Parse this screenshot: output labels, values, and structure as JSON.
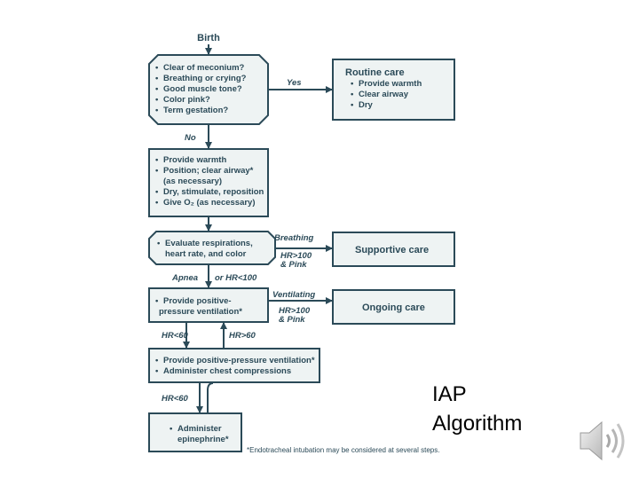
{
  "colors": {
    "line": "#2b4a58",
    "box_fill": "#eef3f3",
    "title": "#000000"
  },
  "diagram": {
    "start_label": "Birth",
    "assessment": {
      "items": [
        "Clear of meconium?",
        "Breathing or crying?",
        "Good muscle tone?",
        "Color pink?",
        "Term gestation?"
      ]
    },
    "yes_label": "Yes",
    "no_label": "No",
    "routine_care": {
      "title": "Routine care",
      "items": [
        "Provide warmth",
        "Clear airway",
        "Dry"
      ]
    },
    "initial_steps": {
      "items": [
        "Provide warmth",
        "Position; clear airway*",
        "(as necessary)",
        "Dry, stimulate, reposition",
        "Give O₂ (as necessary)"
      ]
    },
    "evaluate": {
      "items": [
        "Evaluate respirations,",
        "heart rate, and color"
      ]
    },
    "breathing_label": "Breathing",
    "breathing_criteria": [
      "HR>100",
      "& Pink"
    ],
    "supportive_care": "Supportive care",
    "apnea_label": "Apnea",
    "or_hr_label": "or HR<100",
    "ppv": {
      "items": [
        "Provide positive-",
        "pressure ventilation*"
      ]
    },
    "ventilating_label": "Ventilating",
    "ventilating_criteria": [
      "HR>100",
      "& Pink"
    ],
    "ongoing_care": "Ongoing care",
    "hr_lt60_label": "HR<60",
    "hr_gt60_label": "HR>60",
    "compressions": {
      "items": [
        "Provide positive-pressure ventilation*",
        "Administer chest compressions"
      ]
    },
    "hr_lt60_label_2": "HR<60",
    "epinephrine": {
      "items": [
        "Administer",
        "epinephrine*"
      ]
    },
    "footnote": "*Endotracheal intubation may be considered at several steps."
  },
  "slide_title": [
    "IAP",
    "Algorithm"
  ],
  "icons": {
    "speaker": "speaker-icon"
  }
}
